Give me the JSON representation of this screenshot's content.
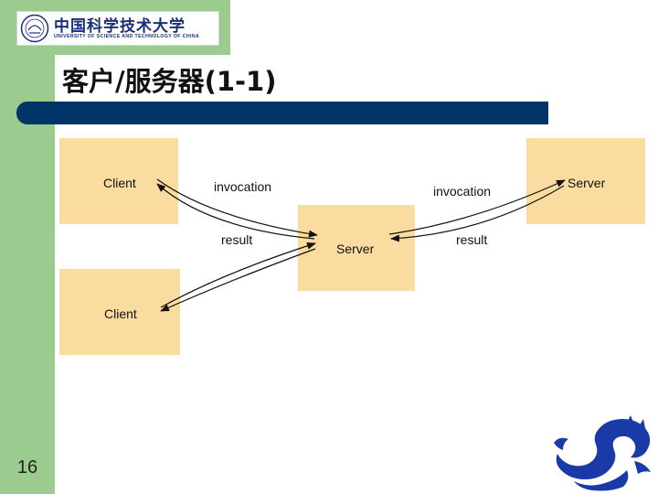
{
  "header": {
    "logo_cn": "中国科学技术大学",
    "logo_en": "UNIVERSITY OF SCIENCE AND TECHNOLOGY OF CHINA"
  },
  "slide": {
    "title": "客户/服务器(1-1)",
    "page_number": "16"
  },
  "diagram": {
    "client_top": "Client",
    "client_bottom": "Client",
    "server_middle": "Server",
    "server_right": "Server",
    "invocation_left": "invocation",
    "invocation_right": "invocation",
    "result_left": "result",
    "result_right": "result"
  },
  "colors": {
    "node_fill": "#fbdca0",
    "sidebar_green": "#9ccb8f",
    "title_bar_blue": "#003366",
    "logo_blue": "#1a2f7a",
    "dragon_blue": "#1a3aa8"
  }
}
